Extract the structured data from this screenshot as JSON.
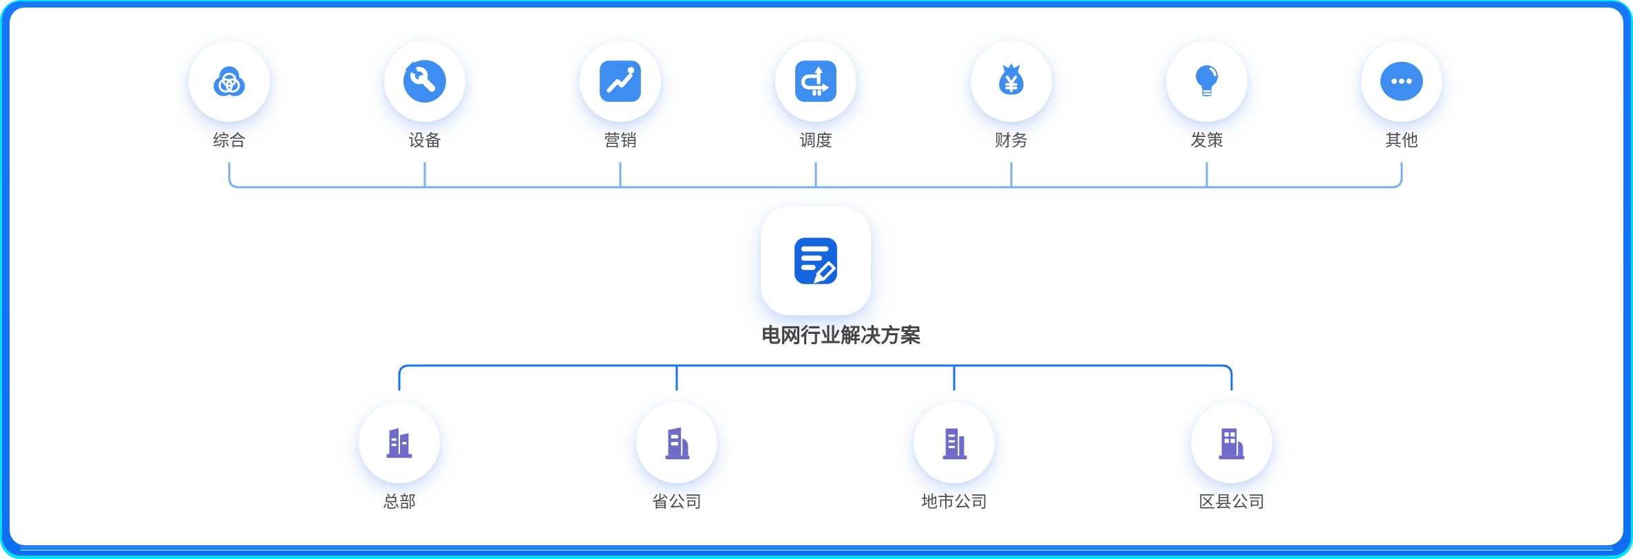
{
  "diagram_title": "电网行业解决方案",
  "center": {
    "label": "电网行业解决方案",
    "icon": "document-edit-icon"
  },
  "categories": [
    {
      "label": "综合",
      "icon": "venn-circles-icon"
    },
    {
      "label": "设备",
      "icon": "wrench-icon"
    },
    {
      "label": "营销",
      "icon": "line-chart-icon"
    },
    {
      "label": "调度",
      "icon": "dispatch-arrows-icon"
    },
    {
      "label": "财务",
      "icon": "money-bag-icon"
    },
    {
      "label": "发策",
      "icon": "light-bulb-icon"
    },
    {
      "label": "其他",
      "icon": "ellipsis-icon"
    }
  ],
  "org_levels": [
    {
      "label": "总部",
      "icon": "headquarters-building-icon"
    },
    {
      "label": "省公司",
      "icon": "province-building-icon"
    },
    {
      "label": "地市公司",
      "icon": "city-building-icon"
    },
    {
      "label": "区县公司",
      "icon": "county-building-icon"
    }
  ],
  "colors": {
    "category_icon_blue": "#3E8DF1",
    "center_icon_blue": "#1565DF",
    "org_icon_purple": "#6F6BC8",
    "category_line": "#79AFF2",
    "org_line": "#1474F0",
    "frame_outer_cyan": "#00DFFD",
    "frame_inner_blue": "#1677FF",
    "label_text": "#4D4D4D"
  }
}
